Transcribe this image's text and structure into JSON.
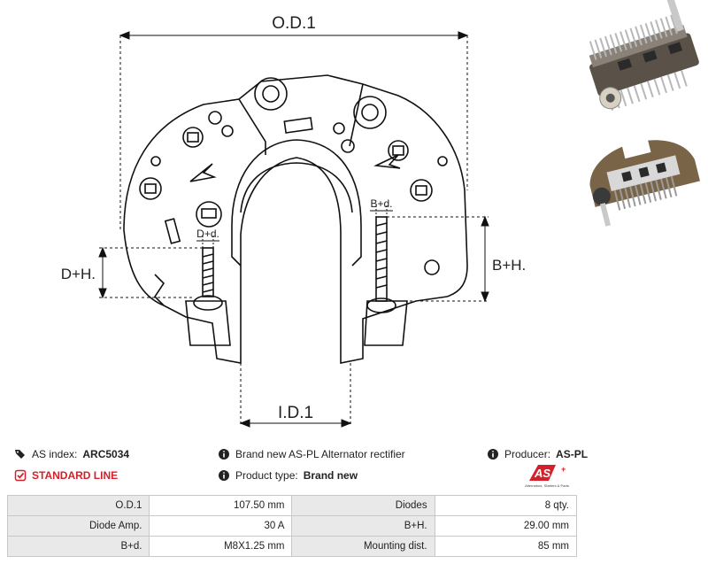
{
  "drawing": {
    "labels": {
      "od": "O.D.1",
      "id": "I.D.1",
      "dh": "D+H.",
      "bh": "B+H.",
      "dd": "D+d.",
      "bd": "B+d."
    }
  },
  "info": {
    "as_index_label": "AS index:",
    "as_index_value": "ARC5034",
    "description": "Brand new AS-PL Alternator rectifier",
    "producer_label": "Producer:",
    "producer_value": "AS-PL",
    "standard_line": "STANDARD LINE",
    "product_type_label": "Product type:",
    "product_type_value": "Brand new"
  },
  "logo": {
    "text": "AS",
    "subtext": "Alternators, Starters & Parts"
  },
  "specs": [
    {
      "label1": "O.D.1",
      "value1": "107.50 mm",
      "label2": "Diodes",
      "value2": "8 qty."
    },
    {
      "label1": "Diode Amp.",
      "value1": "30 A",
      "label2": "B+H.",
      "value2": "29.00 mm"
    },
    {
      "label1": "B+d.",
      "value1": "M8X1.25 mm",
      "label2": "Mounting dist.",
      "value2": "85 mm"
    }
  ],
  "colors": {
    "accent": "#d4202a",
    "label_bg": "#e9e9e9",
    "border": "#c8c8c8"
  }
}
